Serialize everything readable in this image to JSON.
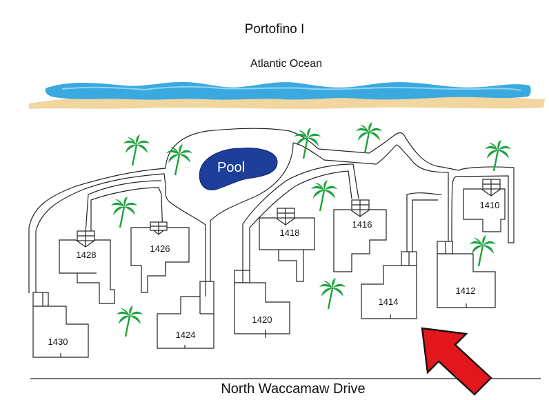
{
  "map": {
    "title": "Portofino I",
    "ocean_label": "Atlantic Ocean",
    "road_label": "North Waccamaw Drive",
    "pool_label": "Pool",
    "units": [
      "1410",
      "1412",
      "1414",
      "1416",
      "1418",
      "1420",
      "1424",
      "1426",
      "1428",
      "1430"
    ],
    "highlighted_unit": "1414",
    "icons": [
      "palm-tree-icon",
      "arrow-icon"
    ],
    "colors": {
      "ocean": "#3aa9e0",
      "ocean_light": "#8fd3f2",
      "sand": "#f1d6a0",
      "pool": "#1d3f99",
      "palm": "#1aa33b",
      "arrow": "#e3161c",
      "line": "#222222"
    }
  }
}
